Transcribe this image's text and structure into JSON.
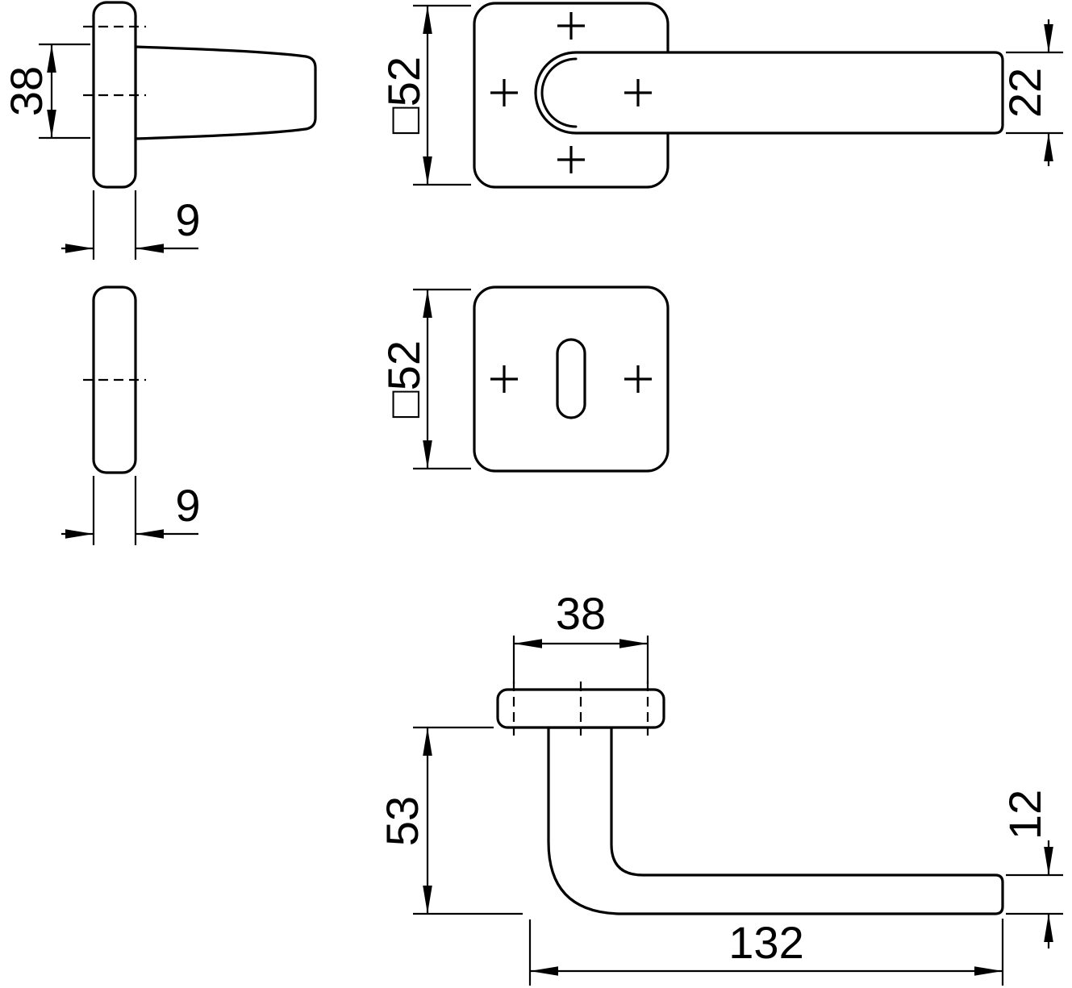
{
  "drawing": {
    "background_color": "#ffffff",
    "line_color": "#000000",
    "views": {
      "lever_side": {
        "dim_grip_width": "38",
        "dim_rose_thickness": "9"
      },
      "lever_front": {
        "dim_rose_size": "□52",
        "dim_lever_height": "22"
      },
      "key_rose_side": {
        "dim_rose_thickness": "9"
      },
      "key_rose_front": {
        "dim_rose_size": "□52"
      },
      "lever_top": {
        "dim_screw_spacing": "38",
        "dim_projection": "53",
        "dim_lever_thickness": "12",
        "dim_lever_length": "132"
      }
    }
  }
}
